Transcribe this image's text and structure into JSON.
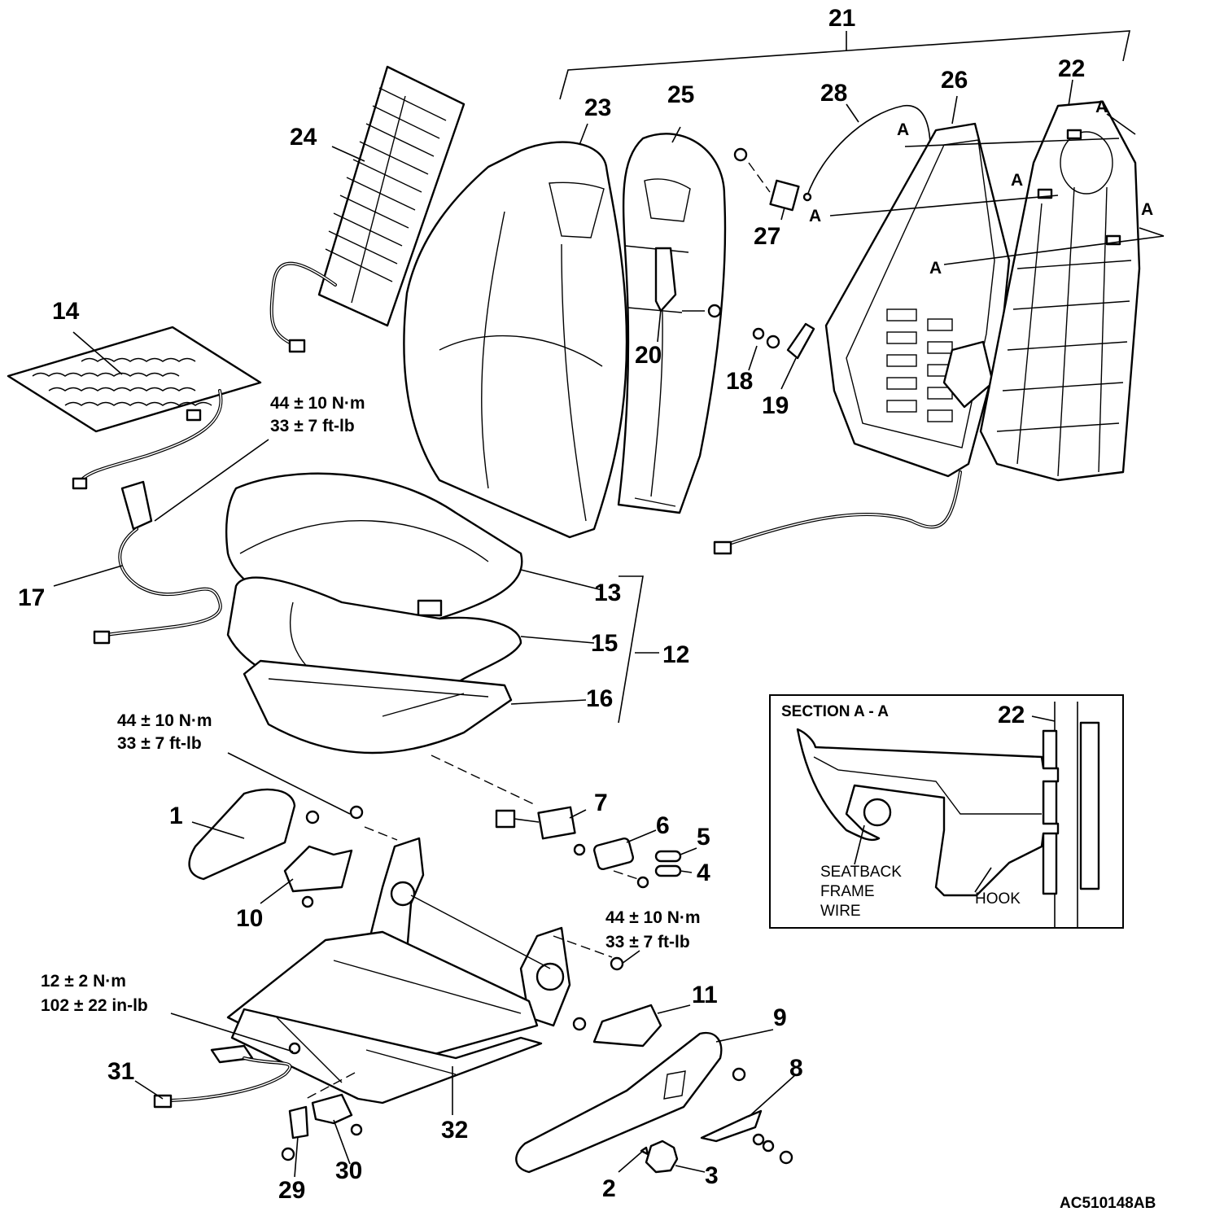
{
  "callouts": {
    "c1": "1",
    "c2": "2",
    "c3": "3",
    "c4": "4",
    "c5": "5",
    "c6": "6",
    "c7": "7",
    "c8": "8",
    "c9": "9",
    "c10": "10",
    "c11": "11",
    "c12": "12",
    "c13": "13",
    "c14": "14",
    "c15": "15",
    "c16": "16",
    "c17": "17",
    "c18": "18",
    "c19": "19",
    "c20": "20",
    "c21": "21",
    "c22": "22",
    "c23": "23",
    "c24": "24",
    "c25": "25",
    "c26": "26",
    "c27": "27",
    "c28": "28",
    "c29": "29",
    "c30": "30",
    "c31": "31",
    "c32": "32"
  },
  "section_marker": "A",
  "torque": {
    "belt_nm": "44 ± 10 N·m",
    "belt_ftlb": "33 ± 7 ft-lb",
    "cushion_nm": "44 ± 10 N·m",
    "cushion_ftlb": "33 ± 7 ft-lb",
    "rail_nm": "44 ± 10 N·m",
    "rail_ftlb": "33 ± 7 ft-lb",
    "small_nm": "12 ± 2 N·m",
    "small_inlb": "102 ± 22 in-lb"
  },
  "section": {
    "title": "SECTION A - A",
    "part_ref": "22",
    "wire_label_1": "SEATBACK",
    "wire_label_2": "FRAME",
    "wire_label_3": "WIRE",
    "hook_label": "HOOK"
  },
  "figure_code": "AC510148AB"
}
